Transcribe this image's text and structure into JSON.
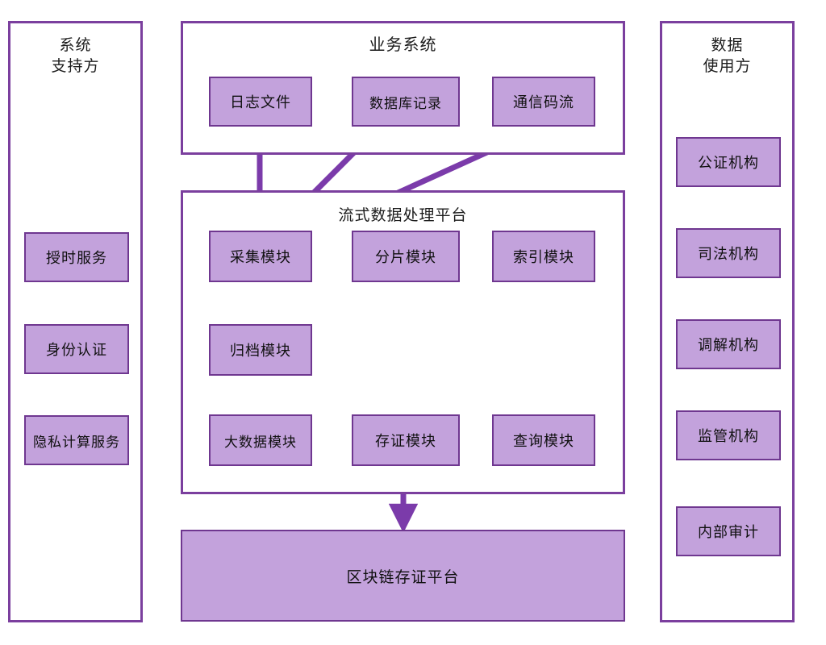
{
  "diagram": {
    "title_color": "#7b3f9e",
    "node_fill": "#c3a2dc",
    "node_border": "#6f3790",
    "arrow_color": "#7b3baa"
  },
  "left_panel": {
    "title": "系统\n支持方",
    "items": [
      {
        "label": "授时服务"
      },
      {
        "label": "身份认证"
      },
      {
        "label": "隐私计算服务"
      }
    ]
  },
  "right_panel": {
    "title": "数据\n使用方",
    "items": [
      {
        "label": "公证机构"
      },
      {
        "label": "司法机构"
      },
      {
        "label": "调解机构"
      },
      {
        "label": "监管机构"
      },
      {
        "label": "内部审计"
      }
    ]
  },
  "business_system": {
    "title": "业务系统",
    "sources": [
      {
        "label": "日志文件"
      },
      {
        "label": "数据库记录"
      },
      {
        "label": "通信码流"
      }
    ]
  },
  "stream_platform": {
    "title": "流式数据处理平台",
    "modules": [
      {
        "label": "采集模块"
      },
      {
        "label": "分片模块"
      },
      {
        "label": "索引模块"
      },
      {
        "label": "归档模块"
      },
      {
        "label": "大数据模块"
      },
      {
        "label": "存证模块"
      },
      {
        "label": "查询模块"
      }
    ]
  },
  "blockchain": {
    "label": "区块链存证平台"
  },
  "flows": [
    {
      "from": "日志文件",
      "to": "采集模块"
    },
    {
      "from": "数据库记录",
      "to": "采集模块"
    },
    {
      "from": "通信码流",
      "to": "采集模块"
    },
    {
      "from": "采集模块",
      "to": "分片模块"
    },
    {
      "from": "分片模块",
      "to": "索引模块"
    },
    {
      "from": "采集模块",
      "to": "归档模块"
    },
    {
      "from": "分片模块",
      "to": "归档模块"
    },
    {
      "from": "归档模块",
      "to": "大数据模块"
    },
    {
      "from": "分片模块",
      "to": "存证模块"
    },
    {
      "from": "索引模块",
      "to": "存证模块"
    },
    {
      "from": "存证模块",
      "to": "区块链存证平台"
    }
  ]
}
